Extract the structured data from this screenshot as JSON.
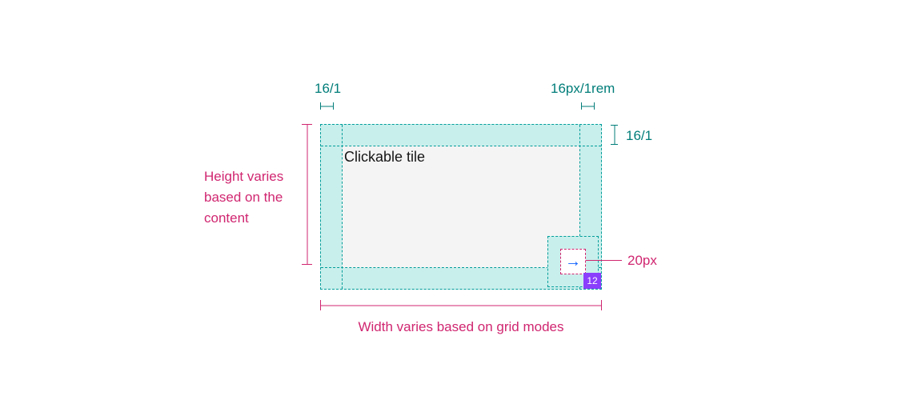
{
  "colors": {
    "padding_fill": "#c9efec",
    "padding_border": "#009d9a",
    "content_fill": "#f4f4f4",
    "annotation_teal": "#007d79",
    "annotation_pink": "#d02670",
    "arrow_blue": "#0f62fe",
    "badge_purple": "#8a3ffc",
    "title_text": "#161616"
  },
  "tile": {
    "title": "Clickable tile",
    "arrow_glyph": "→",
    "badge_count": "12"
  },
  "annotations": {
    "top_left_spacing": "16/1",
    "top_right_spacing": "16px/1rem",
    "right_spacing": "16/1",
    "icon_size": "20px",
    "height_note": "Height varies\nbased on the\ncontent",
    "width_note": "Width varies based on grid modes"
  }
}
